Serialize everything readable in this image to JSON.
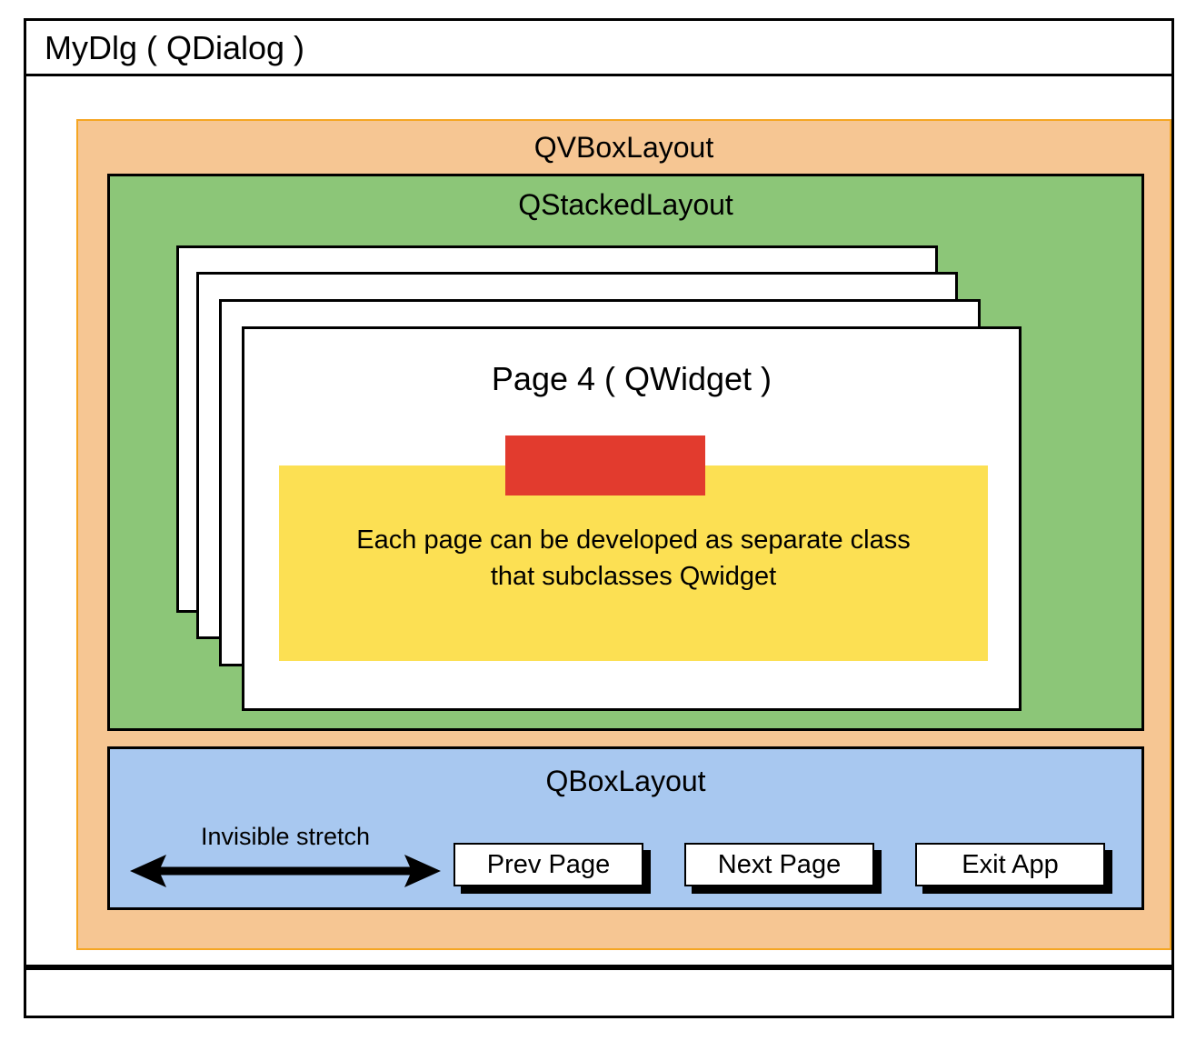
{
  "dialog": {
    "title": "MyDlg ( QDialog )"
  },
  "vbox": {
    "label": "QVBoxLayout"
  },
  "stacked": {
    "label": "QStackedLayout",
    "pages": [
      {
        "title": ""
      },
      {
        "title": ""
      },
      {
        "title": ""
      },
      {
        "title": "Page 4 ( QWidget )"
      }
    ],
    "note": "Each page can be developed as separate class\nthat subclasses Qwidget"
  },
  "boxlayout": {
    "label": "QBoxLayout",
    "stretch_label": "Invisible stretch",
    "buttons": [
      {
        "label": "Prev Page"
      },
      {
        "label": "Next Page"
      },
      {
        "label": "Exit App"
      }
    ]
  },
  "colors": {
    "vbox_fill": "#F6C693",
    "vbox_border": "#F5A623",
    "stacked_fill": "#8CC678",
    "box_fill": "#A8C8F0",
    "note_fill": "#FCE053",
    "accent_red": "#E23B2E",
    "outline": "#000000",
    "page_fill": "#FFFFFF"
  }
}
